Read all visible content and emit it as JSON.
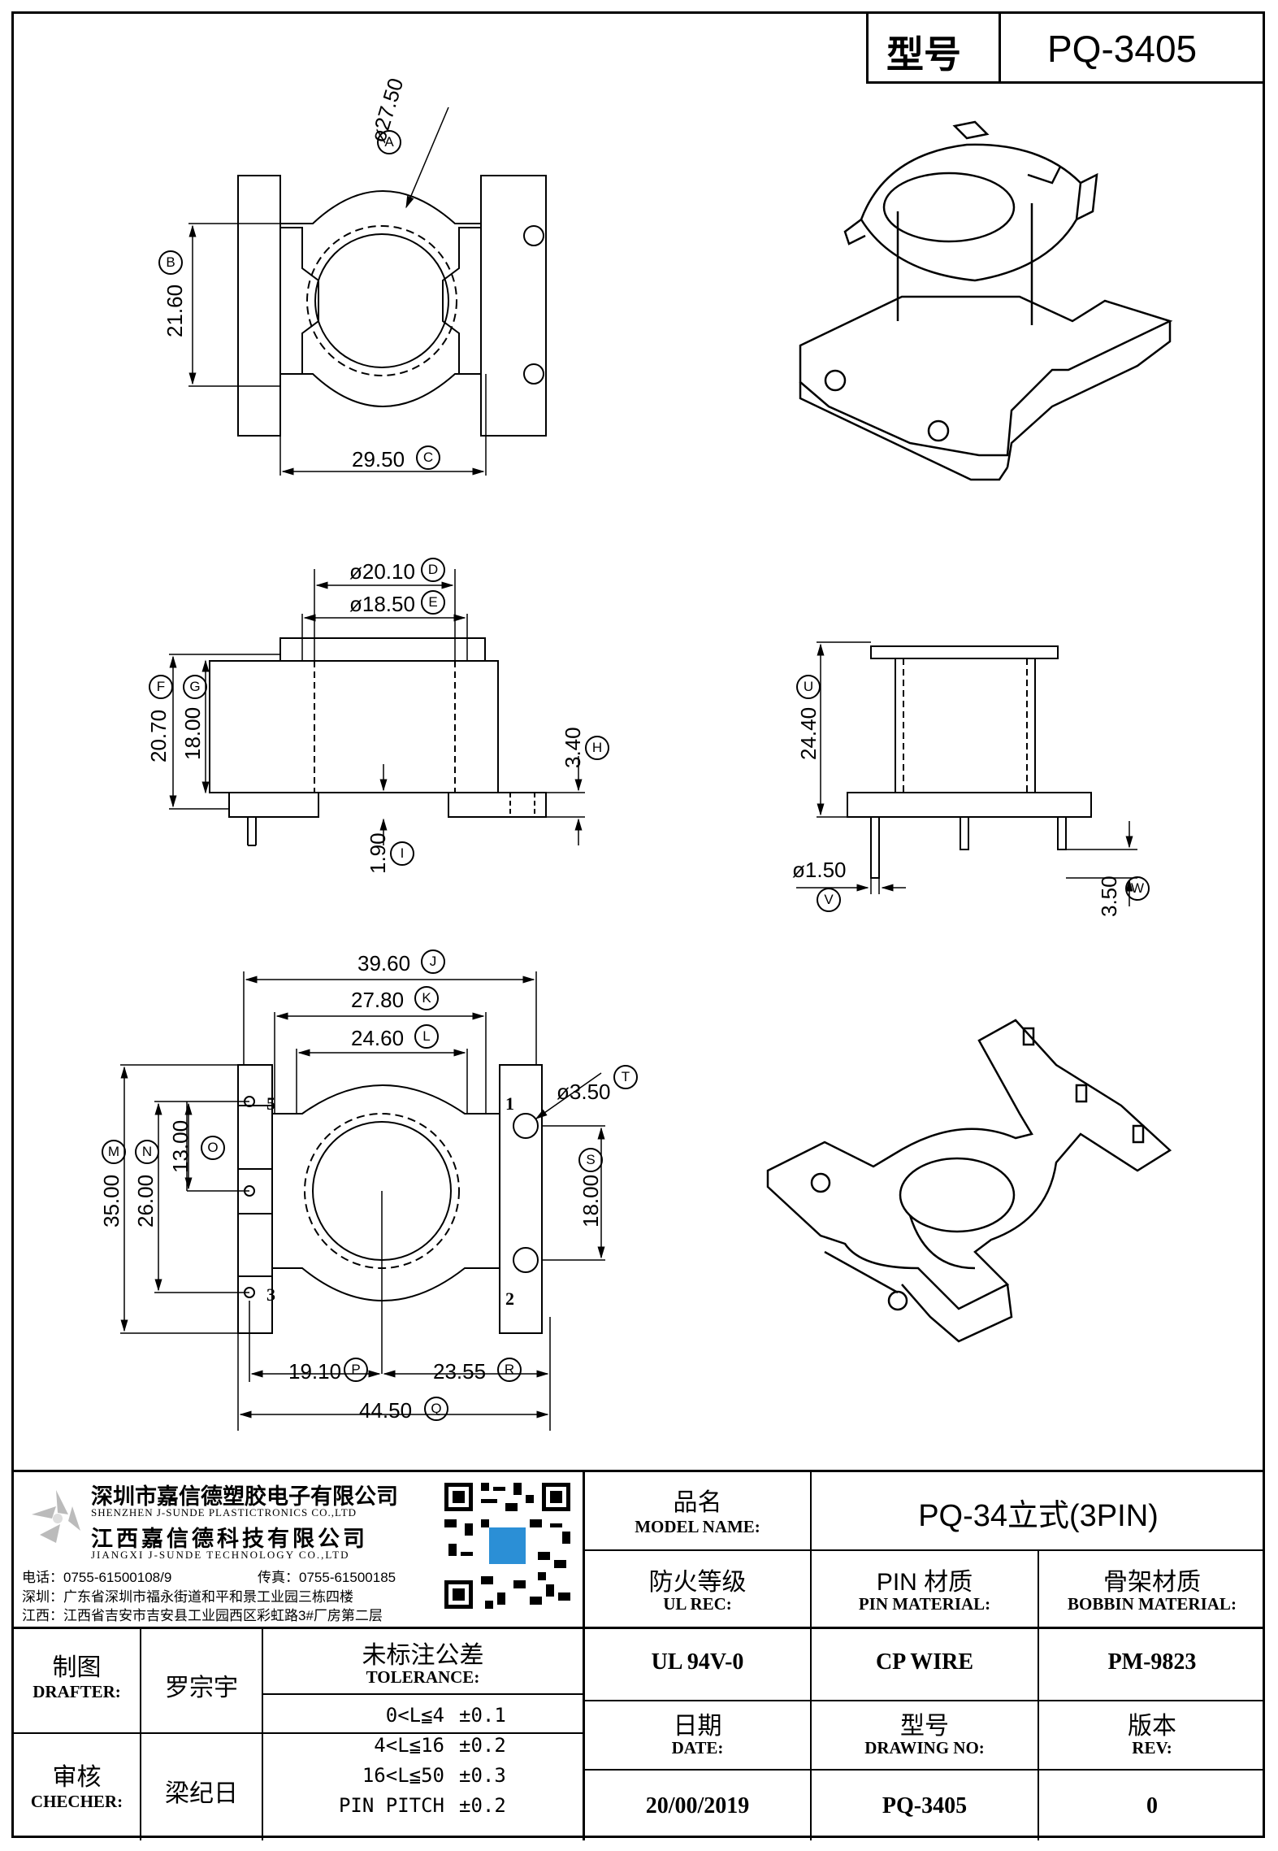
{
  "header": {
    "model_label": "型号",
    "model_value": "PQ-3405"
  },
  "dimensions": {
    "A": "A",
    "A_val": "ø27.50",
    "B": "B",
    "B_val": "21.60",
    "C": "C",
    "C_val": "29.50",
    "D": "D",
    "D_val": "ø20.10",
    "E": "E",
    "E_val": "ø18.50",
    "F": "F",
    "F_val": "20.70",
    "G": "G",
    "G_val": "18.00",
    "H": "H",
    "H_val": "3.40",
    "I": "I",
    "I_val": "1.90",
    "U": "U",
    "U_val": "24.40",
    "V": "V",
    "V_val": "ø1.50",
    "W": "W",
    "W_val": "3.50",
    "J": "J",
    "J_val": "39.60",
    "K": "K",
    "K_val": "27.80",
    "L": "L",
    "L_val": "24.60",
    "M": "M",
    "M_val": "35.00",
    "N": "N",
    "N_val": "26.00",
    "O": "O",
    "O_val": "13.00",
    "T": "T",
    "T_val": "ø3.50",
    "S": "S",
    "S_val": "18.00",
    "P": "P",
    "P_val": "19.10",
    "R": "R",
    "R_val": "23.55",
    "Q": "Q",
    "Q_val": "44.50"
  },
  "pins": {
    "p1": "1",
    "p2": "2",
    "p3": "3",
    "p5": "5"
  },
  "company": {
    "name1": "深圳市嘉信德塑胶电子有限公司",
    "name1_en": "SHENZHEN J-SUNDE PLASTICTRONICS CO.,LTD",
    "name2": "江西嘉信德科技有限公司",
    "name2_en": "JIANGXI J-SUNDE TECHNOLOGY CO.,LTD",
    "tel": "电话：0755-61500108/9",
    "fax": "传真：0755-61500185",
    "addr1": "深圳：广东省深圳市福永街道和平和景工业园三栋四楼",
    "addr2": "江西：江西省吉安市吉安县工业园西区彩虹路3#厂房第二层"
  },
  "title_block": {
    "model_name_cn": "品名",
    "model_name_en": "MODEL NAME:",
    "model_name_value": "PQ-34立式(3PIN)",
    "ul_cn": "防火等级",
    "ul_en": "UL REC:",
    "pin_mat_cn": "PIN 材质",
    "pin_mat_en": "PIN MATERIAL:",
    "bobbin_cn": "骨架材质",
    "bobbin_en": "BOBBIN MATERIAL:",
    "ul_value": "UL 94V-0",
    "pin_value": "CP WIRE",
    "bobbin_value": "PM-9823",
    "drafter_cn": "制图",
    "drafter_en": "DRAFTER:",
    "drafter_name": "罗宗宇",
    "checker_cn": "审核",
    "checker_en": "CHECHER:",
    "checker_name": "梁纪日",
    "tol_cn": "未标注公差",
    "tol_en": "TOLERANCE:",
    "tol_rows": [
      {
        "range": "0<L≦4",
        "val": "±0.1"
      },
      {
        "range": "4<L≦16",
        "val": "±0.2"
      },
      {
        "range": "16<L≦50",
        "val": "±0.3"
      },
      {
        "range": "PIN PITCH",
        "val": "±0.2"
      }
    ],
    "date_cn": "日期",
    "date_en": "DATE:",
    "drawing_cn": "型号",
    "drawing_en": "DRAWING NO:",
    "rev_cn": "版本",
    "rev_en": "REV:",
    "date_value": "20/00/2019",
    "drawing_value": "PQ-3405",
    "rev_value": "0"
  }
}
